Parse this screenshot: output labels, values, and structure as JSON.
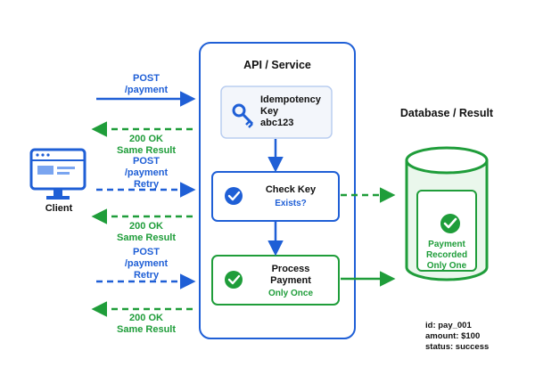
{
  "client": {
    "label": "Client"
  },
  "service": {
    "title": "API / Service",
    "idempotency_box": {
      "line1": "Idempotency",
      "line2": "Key",
      "line3": "abc123"
    },
    "check_box": {
      "title": "Check Key",
      "subtitle": "Exists?"
    },
    "process_box": {
      "line1": "Process",
      "line2": "Payment",
      "subtitle": "Only Once"
    }
  },
  "database": {
    "title": "Database / Result",
    "result_line1": "Payment",
    "result_line2": "Recorded",
    "result_line3": "Only One",
    "details": [
      "id: pay_001",
      "amount: $100",
      "status: success"
    ]
  },
  "requests": [
    {
      "line1": "POST",
      "line2": "/payment",
      "line3": ""
    },
    {
      "line1": "POST",
      "line2": "/payment",
      "line3": "Retry"
    },
    {
      "line1": "POST",
      "line2": "/payment",
      "line3": "Retry"
    }
  ],
  "responses": [
    {
      "line1": "200 OK",
      "line2": "Same Result"
    },
    {
      "line1": "200 OK",
      "line2": "Same Result"
    },
    {
      "line1": "200 OK",
      "line2": "Same Result"
    }
  ],
  "colors": {
    "blue": "#1f5fd6",
    "green": "#1f9d3a",
    "light_green": "#eaf7ec",
    "light_blue": "#f3f6fb"
  },
  "icons": [
    "monitor-icon",
    "key-icon",
    "check-circle-icon"
  ]
}
